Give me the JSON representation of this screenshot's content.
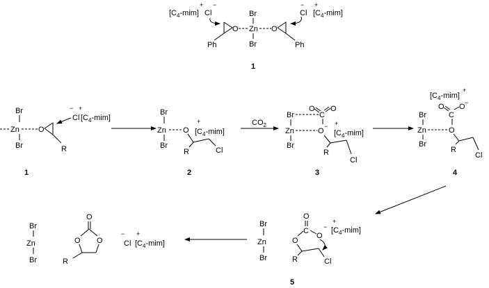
{
  "atoms": {
    "zn": "Zn",
    "br": "Br",
    "o": "O",
    "c": "C",
    "cl": "Cl",
    "ph": "Ph",
    "r": "R"
  },
  "charges": {
    "plus": "+",
    "minus": "−"
  },
  "cation": {
    "pre": "[C",
    "sub": "4",
    "post": "-mim]"
  },
  "reagent": {
    "pre": "CO",
    "sub": "2"
  },
  "compound_labels": [
    "1",
    "1",
    "2",
    "3",
    "4",
    "5"
  ]
}
